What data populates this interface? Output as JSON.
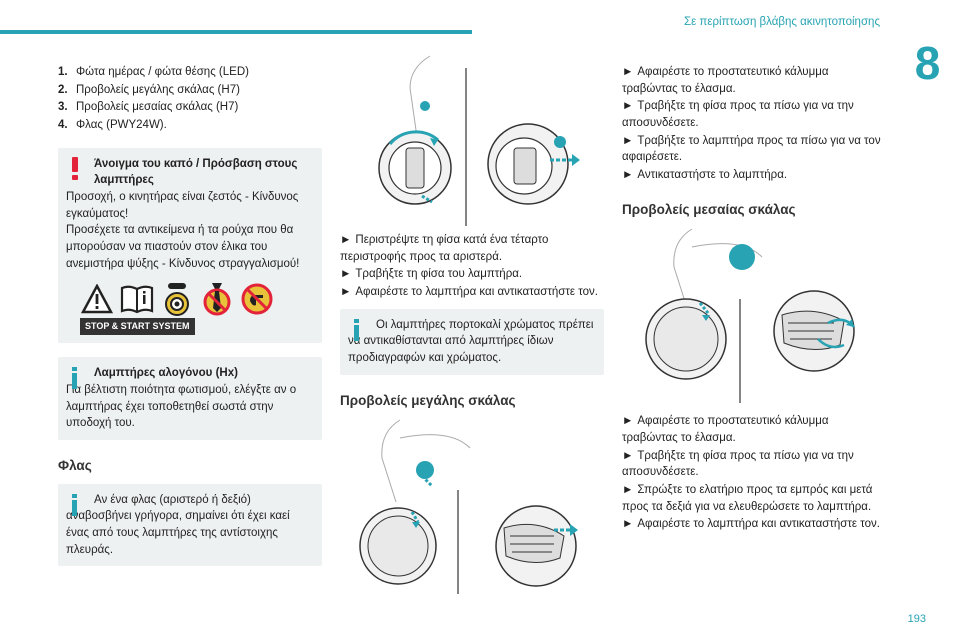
{
  "header": {
    "title": "Σε περίπτωση βλάβης ακινητοποίησης",
    "chapter": "8",
    "page_number": "193"
  },
  "col1": {
    "list": [
      {
        "num": "1.",
        "text": "Φώτα ημέρας / φώτα θέσης (LED)"
      },
      {
        "num": "2.",
        "text": "Προβολείς μεγάλης σκάλας (H7)"
      },
      {
        "num": "3.",
        "text": "Προβολείς μεσαίας σκάλας (H7)"
      },
      {
        "num": "4.",
        "text": "Φλας (PWY24W)."
      }
    ],
    "warning": {
      "title": "Άνοιγμα του καπό / Πρόσβαση στους λαμπτήρες",
      "p1": "Προσοχή, ο κινητήρας είναι ζεστός - Κίνδυνος εγκαύματος!",
      "p2": "Προσέχετε τα αντικείμενα ή τα ρούχα που θα μπορούσαν να πιαστούν στον έλικα του ανεμιστήρα ψύξης - Κίνδυνος στραγγαλισμού!",
      "stop_label": "STOP & START SYSTEM"
    },
    "halogen": {
      "title": "Λαμπτήρες αλογόνου (Hx)",
      "text": "Για βέλτιστη ποιότητα φωτισμού, ελέγξτε αν ο λαμπτήρας έχει τοποθετηθεί σωστά στην υποδοχή του."
    },
    "flas_heading": "Φλας",
    "flas_info": "Αν ένα φλας (αριστερό ή δεξιό) αναβοσβήνει γρήγορα, σημαίνει ότι έχει καεί ένας από τους λαμπτήρες της αντίστοιχης πλευράς."
  },
  "col2": {
    "steps": [
      "Περιστρέψτε τη φίσα κατά ένα τέταρτο περιστροφής προς τα αριστερά.",
      "Τραβήξτε τη φίσα του λαμπτήρα.",
      "Αφαιρέστε το λαμπτήρα και αντικαταστήστε τον."
    ],
    "info": "Οι λαμπτήρες πορτοκαλί χρώματος πρέπει να αντικαθίστανται από λαμπτήρες ίδιων προδιαγραφών και χρώματος.",
    "high_beam_heading": "Προβολείς μεγάλης σκάλας"
  },
  "col3": {
    "steps_high": [
      "Αφαιρέστε το προστατευτικό κάλυμμα τραβώντας το έλασμα.",
      "Τραβήξτε τη φίσα προς τα πίσω για να την αποσυνδέσετε.",
      "Τραβήξτε το λαμπτήρα προς τα πίσω για να τον αφαιρέσετε.",
      "Αντικαταστήστε το λαμπτήρα."
    ],
    "low_beam_heading": "Προβολείς μεσαίας σκάλας",
    "steps_low": [
      "Αφαιρέστε το προστατευτικό κάλυμμα τραβώντας το έλασμα.",
      "Τραβήξτε τη φίσα προς τα πίσω για να την αποσυνδέσετε.",
      "Σπρώξτε το ελατήριο προς τα εμπρός και μετά προς τα δεξιά για να ελευθερώσετε το λαμπτήρα.",
      "Αφαιρέστε το λαμπτήρα και αντικαταστήστε τον."
    ],
    "arrow": "►"
  },
  "colors": {
    "accent": "#27a3b3",
    "warning": "#e2233a",
    "box_bg": "#eef1f1"
  }
}
